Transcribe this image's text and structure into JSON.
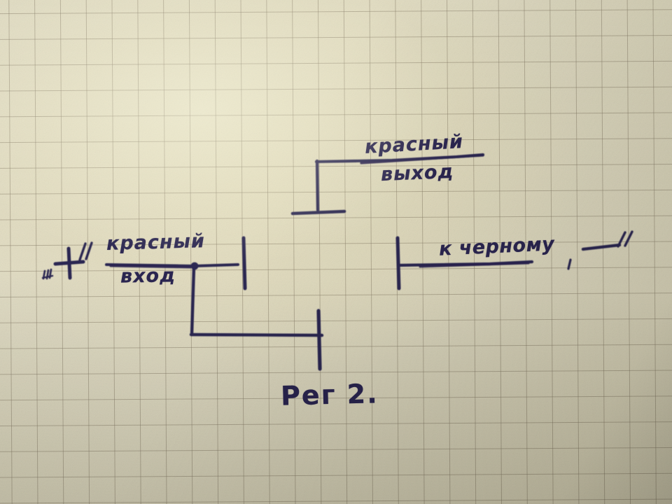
{
  "drawing": {
    "medium": "ballpoint pen on graph paper",
    "title_caption": "Рег 2.",
    "ink_color": "#2a2552",
    "paper_color": "#e2ddc4",
    "grid_color": "#786c58"
  },
  "labels": {
    "top_output_line1": "красный",
    "top_output_line2": "выход",
    "left_input_line1": "красный",
    "left_input_line2": "вход",
    "left_polarity": "+",
    "left_quote": "”",
    "left_scribble": "ы",
    "right_note": "к черному",
    "right_comma": ",",
    "right_minus": "—",
    "right_quote": "”",
    "caption": "Рег 2."
  },
  "parts": {
    "top_terminal_top": "top-wire-terminal",
    "top_terminal_bottom": "top-bottom-terminal-bar",
    "junction_dot": "wire-junction-dot",
    "middle_terminal_upper": "middle-upper-terminal-bar",
    "middle_terminal_lower": "middle-lower-terminal-bar",
    "right_terminal": "right-terminal-bar"
  }
}
